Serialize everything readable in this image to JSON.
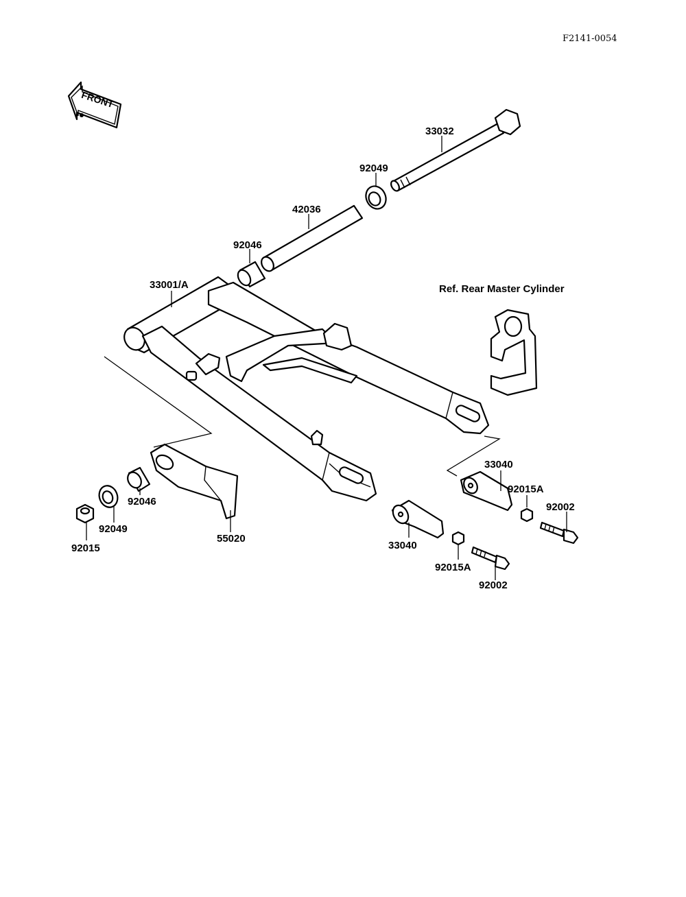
{
  "figure_code": "F2141-0054",
  "front_label": "FRONT",
  "reference_note": "Ref. Rear  Master Cylinder",
  "part_labels": {
    "p33032": "33032",
    "p92049_top": "92049",
    "p42036": "42036",
    "p92046_top": "92046",
    "p33001A": "33001/A",
    "p92046_left": "92046",
    "p92049_left": "92049",
    "p92015_left": "92015",
    "p55020": "55020",
    "p33040_right": "33040",
    "p92015A_right": "92015A",
    "p92002_right": "92002",
    "p33040_center": "33040",
    "p92015A_center": "92015A",
    "p92002_center": "92002"
  }
}
